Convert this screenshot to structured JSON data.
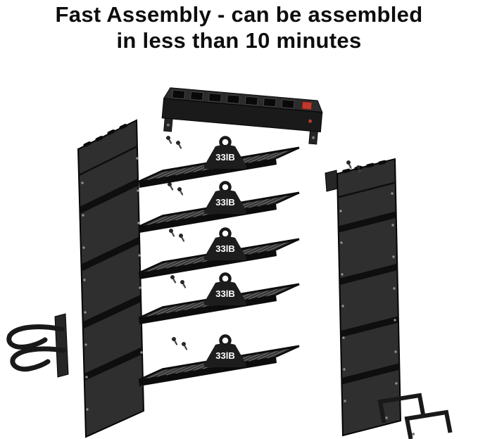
{
  "title": {
    "line1": "Fast Assembly - can be assembled",
    "line2": "in less than 10 minutes"
  },
  "diagram": {
    "weight_label": "33lB",
    "colors": {
      "background": "#ffffff",
      "metal_dark": "#1a1a1a",
      "metal_mid": "#2f2f2f",
      "slat_gray": "#6f6f6f",
      "switch_red": "#c0392b",
      "title_text": "#0d0d0d",
      "weight_text": "#ffffff"
    }
  }
}
